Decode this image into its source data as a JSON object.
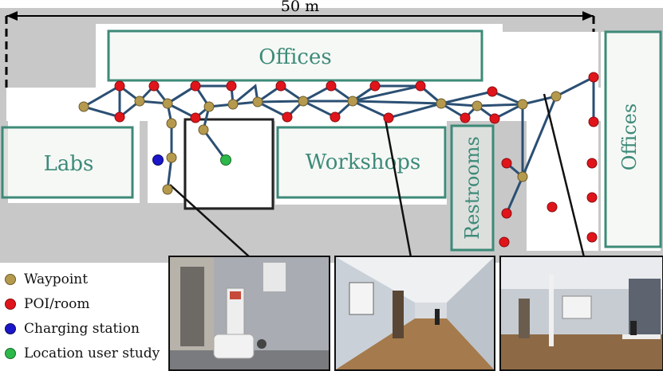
{
  "scale": {
    "label": "50 m"
  },
  "rooms": {
    "offices_top": "Offices",
    "offices_right": "Offices",
    "labs": "Labs",
    "workshops": "Workshops",
    "restrooms": "Restrooms"
  },
  "legend": {
    "waypoint": "Waypoint",
    "poi": "POI/room",
    "charging": "Charging station",
    "user_study": "Location user study"
  },
  "colors": {
    "waypoint": "#b59a4e",
    "poi": "#e0151b",
    "charging": "#1b16c9",
    "user_study": "#2db84a",
    "edge": "#2b4f73",
    "room_border": "#3d8a78"
  },
  "photos": {
    "left": "robot-in-lab-corridor",
    "middle": "workshop-hallway",
    "right": "open-area-with-seating"
  }
}
